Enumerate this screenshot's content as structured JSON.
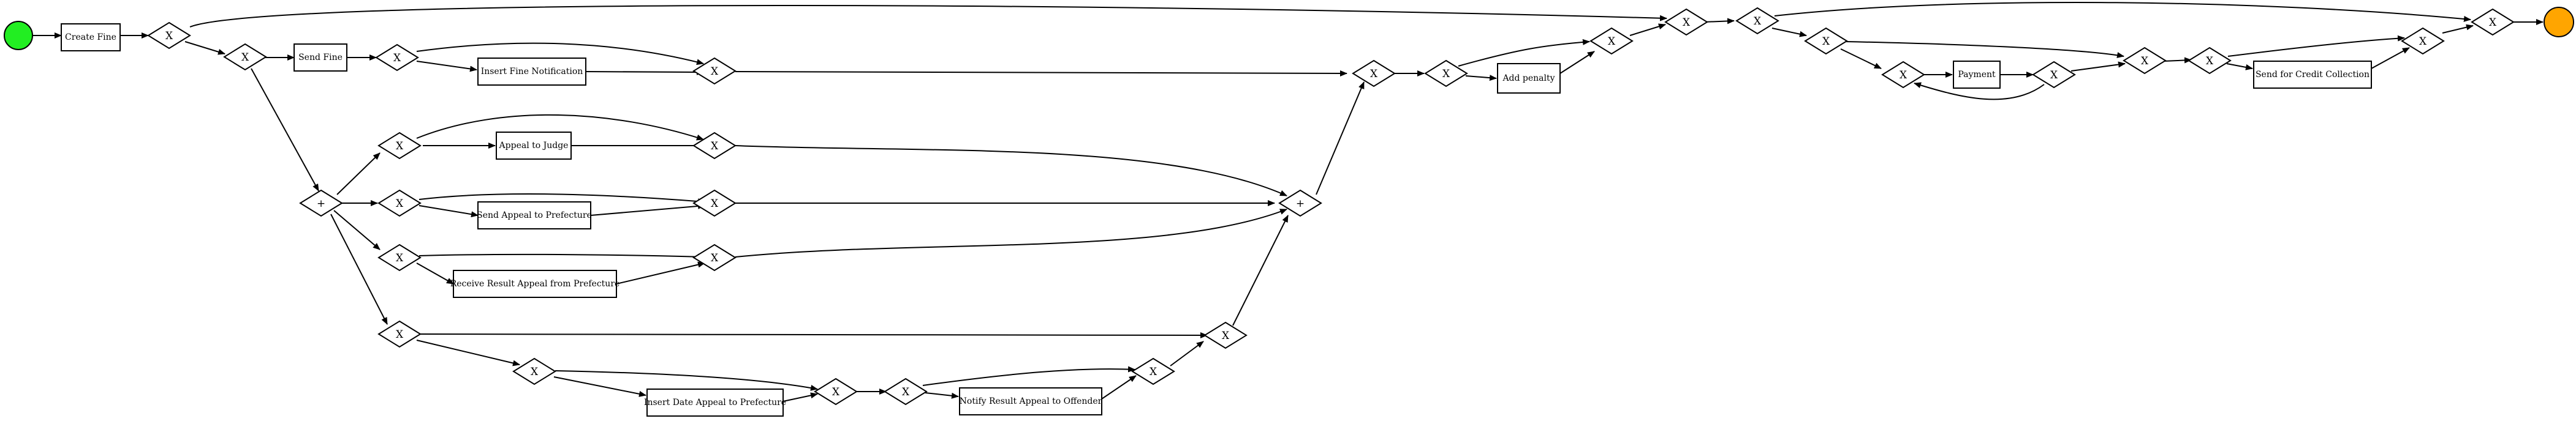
{
  "diagram": {
    "colors": {
      "start_event": "#22ee22",
      "end_event": "#ffa500",
      "stroke": "#000000",
      "fill": "#ffffff"
    },
    "tasks": {
      "create_fine": "Create Fine",
      "send_fine": "Send Fine",
      "insert_fine_notification": "Insert Fine Notification",
      "appeal_to_judge": "Appeal to Judge",
      "send_appeal_to_prefecture": "Send Appeal to Prefecture",
      "receive_result_appeal": "Receive Result Appeal from Prefecture",
      "insert_date_appeal": "Insert Date Appeal to Prefecture",
      "notify_result_appeal": "Notify Result Appeal to Offender",
      "add_penalty": "Add penalty",
      "payment": "Payment",
      "send_for_credit_collection": "Send for Credit Collection"
    },
    "gateway_symbols": {
      "exclusive": "X",
      "parallel": "+"
    }
  }
}
